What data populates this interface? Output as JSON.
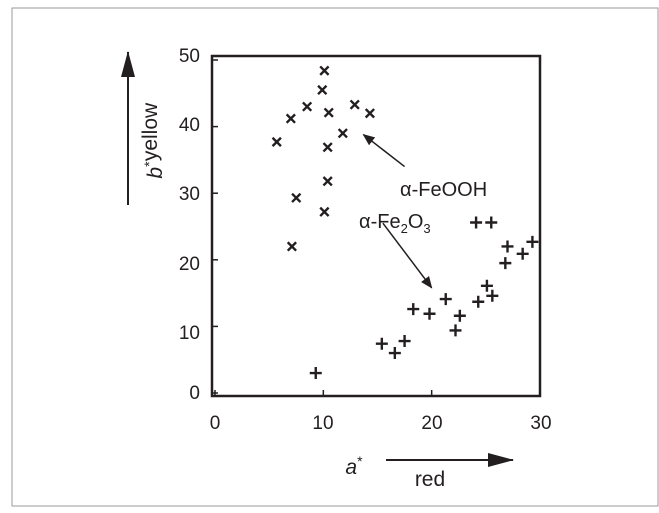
{
  "chart_data": {
    "type": "scatter",
    "title": "",
    "xlabel": "a*",
    "xlabel_direction": "red",
    "ylabel": "b*",
    "ylabel_direction": "yellow",
    "xlim": [
      0,
      30
    ],
    "ylim": [
      0,
      50
    ],
    "xticks": [
      "0",
      "10",
      "20",
      "30"
    ],
    "yticks": [
      "0",
      "10",
      "20",
      "30",
      "40",
      "50"
    ],
    "grid": false,
    "legend": "none",
    "colors": {
      "ink": "#231f20",
      "frame": "#9a9a9a"
    },
    "series": [
      {
        "marker": "x",
        "points": [
          {
            "x": 5.7,
            "y": 37.7
          },
          {
            "x": 7.0,
            "y": 41.2
          },
          {
            "x": 7.5,
            "y": 29.3
          },
          {
            "x": 7.1,
            "y": 22.0
          },
          {
            "x": 8.5,
            "y": 43.0
          },
          {
            "x": 9.9,
            "y": 45.5
          },
          {
            "x": 10.1,
            "y": 48.4
          },
          {
            "x": 10.5,
            "y": 42.1
          },
          {
            "x": 10.4,
            "y": 36.9
          },
          {
            "x": 10.4,
            "y": 31.8
          },
          {
            "x": 10.1,
            "y": 27.2
          },
          {
            "x": 11.8,
            "y": 39.0
          },
          {
            "x": 12.9,
            "y": 43.3
          },
          {
            "x": 14.3,
            "y": 42.0
          }
        ]
      },
      {
        "marker": "+",
        "points": [
          {
            "x": 9.3,
            "y": 3.0
          },
          {
            "x": 15.4,
            "y": 7.4
          },
          {
            "x": 16.6,
            "y": 6.0
          },
          {
            "x": 17.5,
            "y": 7.8
          },
          {
            "x": 18.3,
            "y": 12.6
          },
          {
            "x": 19.8,
            "y": 11.9
          },
          {
            "x": 21.3,
            "y": 14.1
          },
          {
            "x": 22.2,
            "y": 9.4
          },
          {
            "x": 22.6,
            "y": 11.6
          },
          {
            "x": 24.3,
            "y": 13.7
          },
          {
            "x": 24.1,
            "y": 25.6
          },
          {
            "x": 25.1,
            "y": 16.1
          },
          {
            "x": 25.6,
            "y": 14.6
          },
          {
            "x": 25.5,
            "y": 25.6
          },
          {
            "x": 26.8,
            "y": 19.5
          },
          {
            "x": 27.0,
            "y": 22.0
          },
          {
            "x": 28.4,
            "y": 20.9
          },
          {
            "x": 29.3,
            "y": 22.7
          }
        ]
      }
    ],
    "annotations": [
      {
        "text_prefix": "α-",
        "text_main": "FeOOH",
        "arrow_from": [
          17.5,
          34.0
        ],
        "arrow_to": [
          13.7,
          38.8
        ]
      },
      {
        "text_prefix": "α-",
        "text_main": "Fe",
        "sub1": "2",
        "mid": "O",
        "sub2": "3",
        "arrow_from": [
          15.5,
          25.5
        ],
        "arrow_to": [
          20.0,
          15.8
        ]
      }
    ]
  }
}
